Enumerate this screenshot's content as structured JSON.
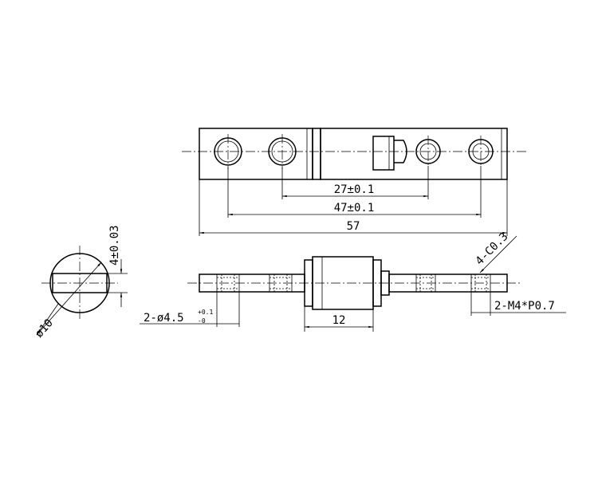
{
  "dimensions": {
    "pitch_inner": "27±0.1",
    "pitch_outer": "47±0.1",
    "overall_length": "57",
    "flat_width": "4±0.03",
    "diameter": "ø10",
    "hole_spec_main": "2-ø4.5",
    "hole_tol_upper": "+0.1",
    "hole_tol_lower": "-0",
    "collar_length": "12",
    "chamfer": "4-C0.3",
    "thread": "2-M4*P0.7"
  }
}
